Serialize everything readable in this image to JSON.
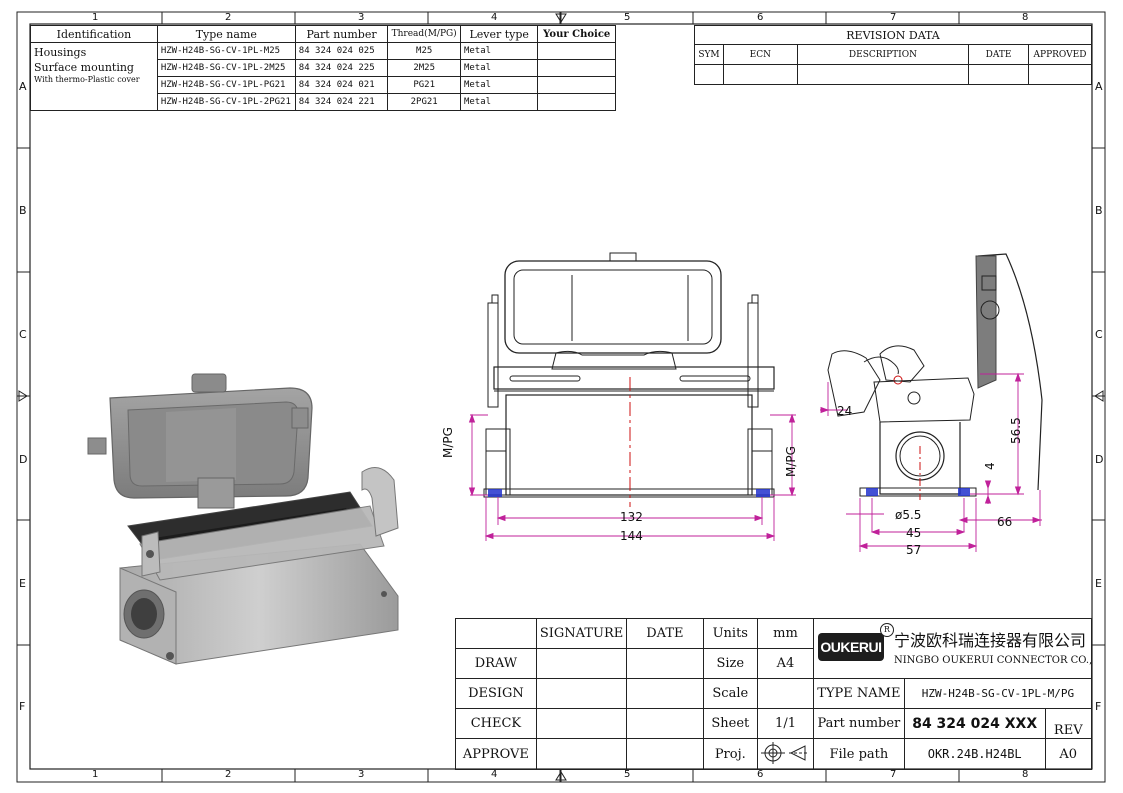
{
  "border": {
    "columns": [
      "1",
      "2",
      "3",
      "4",
      "5",
      "6",
      "7",
      "8"
    ],
    "rows": [
      "A",
      "B",
      "C",
      "D",
      "E",
      "F"
    ]
  },
  "identification": {
    "headers": [
      "Identification",
      "Type name",
      "Part number",
      "Thread(M/PG)",
      "Lever type",
      "Your Choice"
    ],
    "descriptions": [
      "Housings",
      "Surface mounting",
      "With thermo-Plastic cover"
    ],
    "rows": [
      {
        "type": "HZW-H24B-SG-CV-1PL-M25",
        "part": "84 324 024 025",
        "thread": "M25",
        "lever": "Metal",
        "choice": ""
      },
      {
        "type": "HZW-H24B-SG-CV-1PL-2M25",
        "part": "84 324 024 225",
        "thread": "2M25",
        "lever": "Metal",
        "choice": ""
      },
      {
        "type": "HZW-H24B-SG-CV-1PL-PG21",
        "part": "84 324 024 021",
        "thread": "PG21",
        "lever": "Metal",
        "choice": ""
      },
      {
        "type": "HZW-H24B-SG-CV-1PL-2PG21",
        "part": "84 324 024 221",
        "thread": "2PG21",
        "lever": "Metal",
        "choice": ""
      }
    ]
  },
  "revision": {
    "title": "REVISION   DATA",
    "headers": [
      "SYM",
      "ECN",
      "DESCRIPTION",
      "DATE",
      "APPROVED"
    ]
  },
  "front_view": {
    "dim_inner": "132",
    "dim_outer": "144",
    "thread_left": "M/PG",
    "thread_right": "M/PG"
  },
  "side_view": {
    "dim_24": "24",
    "dim_56_5": "56.5",
    "dim_4": "4",
    "dim_hole": "ø5.5",
    "dim_45": "45",
    "dim_57": "57",
    "dim_66": "66"
  },
  "title_block": {
    "signature": "SIGNATURE",
    "date": "DATE",
    "rows": [
      "DRAW",
      "DESIGN",
      "CHECK",
      "APPROVE"
    ],
    "units_label": "Units",
    "units_value": "mm",
    "size_label": "Size",
    "size_value": "A4",
    "scale_label": "Scale",
    "scale_value": "",
    "sheet_label": "Sheet",
    "sheet_value": "1/1",
    "proj_label": "Proj.",
    "company_cn": "宁波欧科瑞连接器有限公司",
    "company_en": "NINGBO OUKERUI CONNECTOR CO.,LTD.",
    "logo_text": "OUKERUI",
    "logo_mark": "R",
    "type_name_label": "TYPE NAME",
    "type_name_value": "HZW-H24B-SG-CV-1PL-M/PG",
    "part_number_label": "Part number",
    "part_number_value": "84 324 024 XXX",
    "rev_label": "REV",
    "file_path_label": "File path",
    "file_path_value": "OKR.24B.H24BL",
    "rev_value": "A0"
  },
  "colors": {
    "dimension": "#c0219a",
    "centerline": "#cc1111",
    "mounting": "#2233cc",
    "housing_gray": "#8f8f8f"
  }
}
